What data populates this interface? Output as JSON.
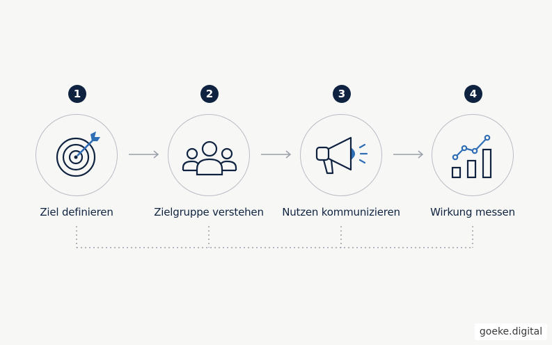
{
  "steps": [
    {
      "number": "1",
      "label": "Ziel definieren",
      "icon": "target-icon"
    },
    {
      "number": "2",
      "label": "Zielgruppe verstehen",
      "icon": "group-icon"
    },
    {
      "number": "3",
      "label": "Nutzen kommunizieren",
      "icon": "megaphone-icon"
    },
    {
      "number": "4",
      "label": "Wirkung messen",
      "icon": "chart-icon"
    }
  ],
  "watermark": "goeke.digital",
  "colors": {
    "navy": "#0f2340",
    "accent": "#2f6db5",
    "outline": "#b9bcc4",
    "arrow": "#9aa0aa",
    "background": "#f7f7f6"
  }
}
